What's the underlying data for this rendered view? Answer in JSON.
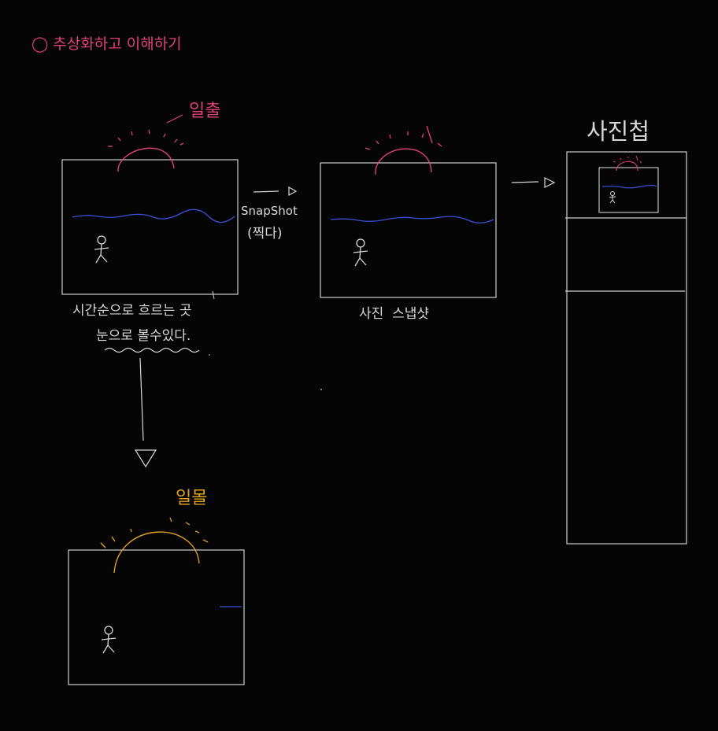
{
  "title": "◯ 추상화하고 이해하기",
  "colors": {
    "background": "#050505",
    "ink": "#d8d8d8",
    "pink": "#e0407a",
    "orange": "#e0a020",
    "blue": "#3a4fd0"
  },
  "box1": {
    "sun_label": "일출",
    "caption_line1": "시간순으로 흐르는 곳",
    "caption_line2": "눈으로 볼수있다."
  },
  "arrow1": {
    "label_line1": "SnapShot",
    "label_line2": "(찍다)"
  },
  "box2": {
    "caption": "사진  스냅샷"
  },
  "album": {
    "label": "사진첩"
  },
  "box3": {
    "sun_label": "일몰"
  }
}
